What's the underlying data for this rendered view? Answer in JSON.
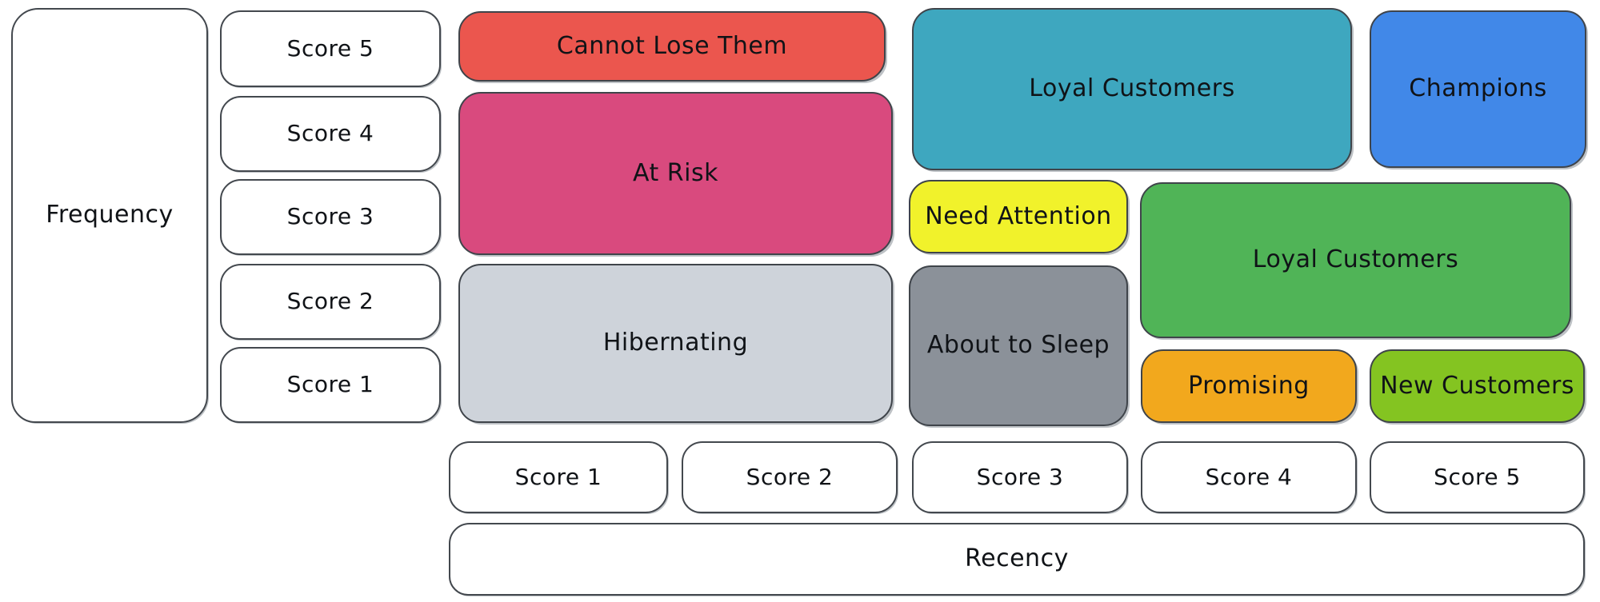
{
  "diagram": {
    "frequency_axis": {
      "label": "Frequency",
      "scores": [
        "Score 5",
        "Score 4",
        "Score 3",
        "Score 2",
        "Score 1"
      ]
    },
    "recency_axis": {
      "label": "Recency",
      "scores": [
        "Score 1",
        "Score 2",
        "Score 3",
        "Score 4",
        "Score 5"
      ]
    },
    "segments": [
      {
        "name": "cannot-lose-them",
        "label": "Cannot Lose Them",
        "color": "#eb564e"
      },
      {
        "name": "at-risk",
        "label": "At Risk",
        "color": "#d94a7e"
      },
      {
        "name": "hibernating",
        "label": "Hibernating",
        "color": "#ced3da"
      },
      {
        "name": "loyal-customers-top",
        "label": "Loyal Customers",
        "color": "#3ea7bf"
      },
      {
        "name": "need-attention",
        "label": "Need Attention",
        "color": "#f1f22b"
      },
      {
        "name": "about-to-sleep",
        "label": "About to Sleep",
        "color": "#8b9199"
      },
      {
        "name": "champions",
        "label": "Champions",
        "color": "#4188e8"
      },
      {
        "name": "loyal-customers-mid",
        "label": "Loyal Customers",
        "color": "#50b457"
      },
      {
        "name": "promising",
        "label": "Promising",
        "color": "#f2a81d"
      },
      {
        "name": "new-customers",
        "label": "New Customers",
        "color": "#84c421"
      }
    ],
    "text_color": "#101317",
    "outline_color": "#3f444a"
  }
}
